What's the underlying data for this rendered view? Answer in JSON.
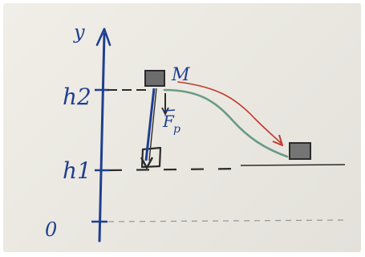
{
  "labels": {
    "axis_y": "y",
    "h2": "h2",
    "h1": "h1",
    "origin": "0",
    "mass": "M",
    "force": "F",
    "force_sub": "p"
  },
  "colors": {
    "paper": "#ece9e3",
    "ink_blue": "#1f3f8f",
    "ink_dark": "#2b2b2b",
    "ink_red": "#c0392b",
    "ink_green": "#6a9a86",
    "block_fill": "#6d6d6d"
  },
  "icons": {
    "axis_arrow": "arrow-up-icon",
    "force_arrow": "arrow-down-icon",
    "path_arrow": "arrow-right-down-icon"
  }
}
